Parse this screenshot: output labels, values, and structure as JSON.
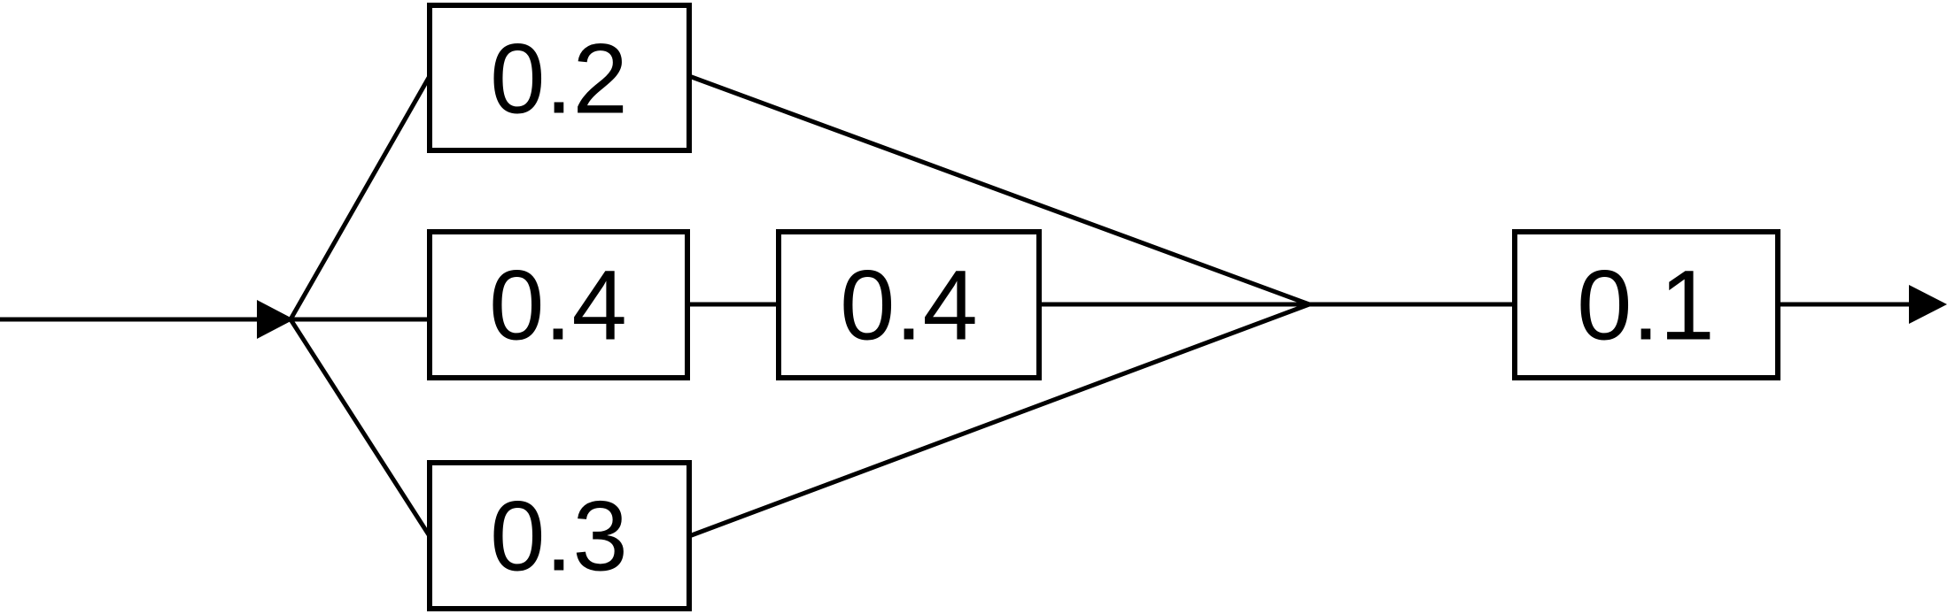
{
  "diagram": {
    "boxes": {
      "b_top": "0.2",
      "b_mid_left": "0.4",
      "b_mid_right": "0.4",
      "b_bottom": "0.3",
      "b_out": "0.1"
    }
  }
}
